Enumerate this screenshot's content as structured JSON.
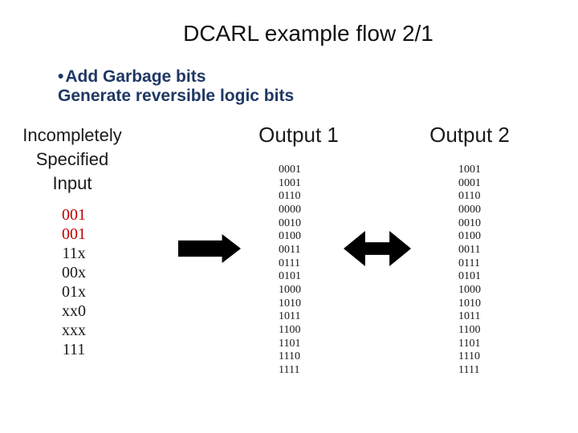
{
  "slide": {
    "title": "DCARL example flow 2/1",
    "bullet_glyph": "•",
    "bullet_line1": "Add Garbage bits",
    "bullet_line2": "Generate reversible logic bits"
  },
  "input_column": {
    "header_lines": [
      "Incompletely",
      "Specified",
      "Input"
    ],
    "values": [
      {
        "text": "001",
        "color": "#C00000"
      },
      {
        "text": "001",
        "color": "#C00000"
      },
      {
        "text": "11x",
        "color": "#1a1a1a"
      },
      {
        "text": "00x",
        "color": "#1a1a1a"
      },
      {
        "text": "01x",
        "color": "#1a1a1a"
      },
      {
        "text": "xx0",
        "color": "#1a1a1a"
      },
      {
        "text": "xxx",
        "color": "#1a1a1a"
      },
      {
        "text": "111",
        "color": "#1a1a1a"
      }
    ]
  },
  "output1": {
    "header": "Output 1",
    "values": [
      "0001",
      "1001",
      "0110",
      "0000",
      "0010",
      "0100",
      "0011",
      "0111",
      "0101",
      "1000",
      "1010",
      "1011",
      "1100",
      "1101",
      "1110",
      "1111"
    ]
  },
  "output2": {
    "header": "Output 2",
    "values": [
      "1001",
      "0001",
      "0110",
      "0000",
      "0010",
      "0100",
      "0011",
      "0111",
      "0101",
      "1000",
      "1010",
      "1011",
      "1100",
      "1101",
      "1110",
      "1111"
    ]
  },
  "icons": {
    "flow_arrow": "right-arrow",
    "swap_arrow": "left-right-arrow"
  },
  "colors": {
    "background": "#FFFFFF",
    "title": "#111111",
    "subtitle_navy": "#1F3864",
    "value_red": "#C00000",
    "value_black": "#1a1a1a",
    "arrow": "#000000"
  }
}
